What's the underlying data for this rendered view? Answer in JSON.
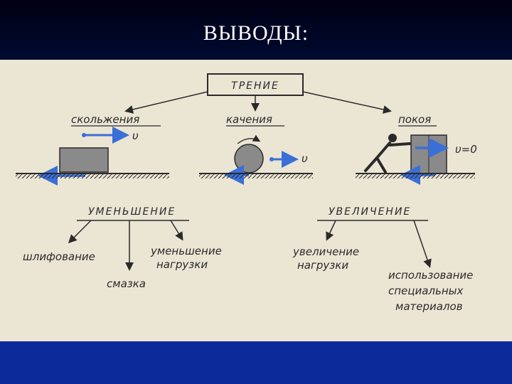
{
  "slide": {
    "title": "ВЫВОДЫ:"
  },
  "diagram": {
    "root": "ТРЕНИЕ",
    "types": {
      "sliding": "скольжения",
      "rolling": "качения",
      "rest": "покоя"
    },
    "velocity_symbol": "υ",
    "rest_velocity": "υ=0",
    "decrease": {
      "label": "УМЕНЬШЕНИЕ",
      "methods": [
        "шлифование",
        "смазка",
        "уменьшение",
        "нагрузки"
      ]
    },
    "increase": {
      "label": "УВЕЛИЧЕНИЕ",
      "methods": [
        "увеличение",
        "нагрузки",
        "использование",
        "специальных",
        "материалов"
      ]
    }
  },
  "colors": {
    "top_band": "#000a30",
    "bottom_band": "#0c2a9a",
    "paper": "#ebe5d4",
    "arrow_blue": "#3a6fd8",
    "ink": "#2a2a2a"
  }
}
